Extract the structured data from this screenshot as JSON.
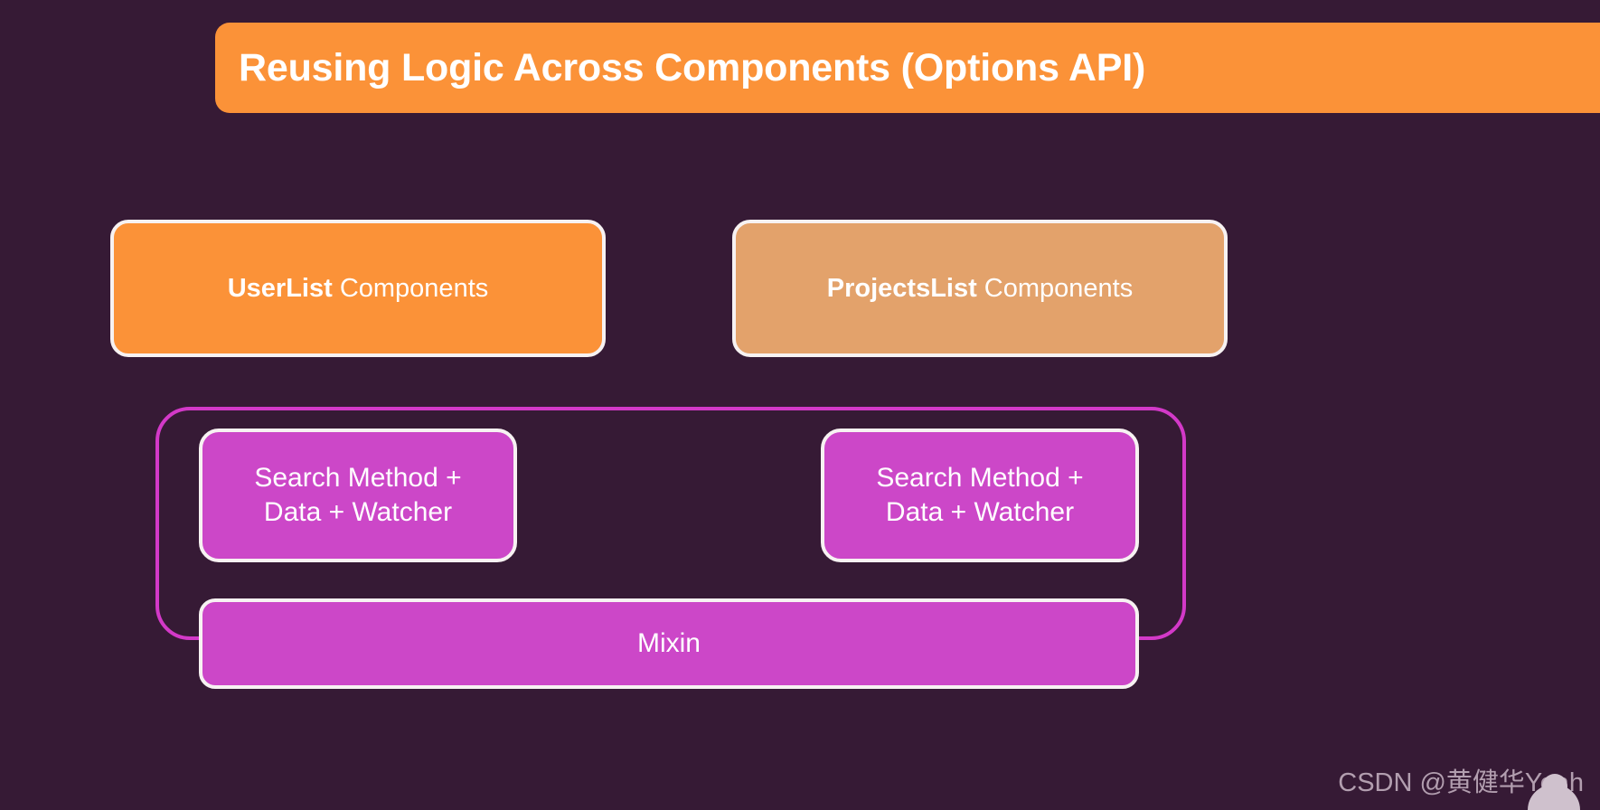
{
  "slide": {
    "background_color": "#361a35",
    "title": "Reusing Logic Across Components (Options API)"
  },
  "components": [
    {
      "name_bold": "UserList",
      "name_rest": " Components",
      "fill_color": "#fb9238"
    },
    {
      "name_bold": "ProjectsList",
      "name_rest": " Components",
      "fill_color": "#e3a26b"
    }
  ],
  "logic_group": {
    "outline_color": "#d339c8",
    "boxes": [
      {
        "line1": "Search Method +",
        "line2": "Data + Watcher",
        "fill_color": "#cc47c8"
      },
      {
        "line1": "Search Method +",
        "line2": "Data + Watcher",
        "fill_color": "#cc47c8"
      }
    ],
    "mixin_label": "Mixin"
  },
  "watermark": {
    "text": "CSDN @黄健华Yeah"
  }
}
